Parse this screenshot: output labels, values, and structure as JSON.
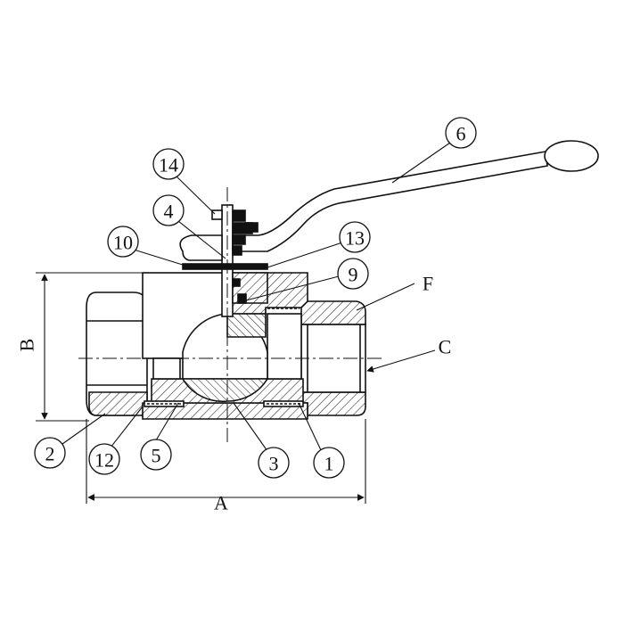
{
  "diagram": {
    "callouts": {
      "c1": "1",
      "c2": "2",
      "c3": "3",
      "c4": "4",
      "c5": "5",
      "c6": "6",
      "c9": "9",
      "c10": "10",
      "c12": "12",
      "c13": "13",
      "c14": "14"
    },
    "dimensions": {
      "a": "A",
      "b": "B",
      "c": "C",
      "f": "F"
    },
    "colors": {
      "line": "#111111",
      "fill": "#ffffff",
      "hatch": "#222222"
    }
  }
}
